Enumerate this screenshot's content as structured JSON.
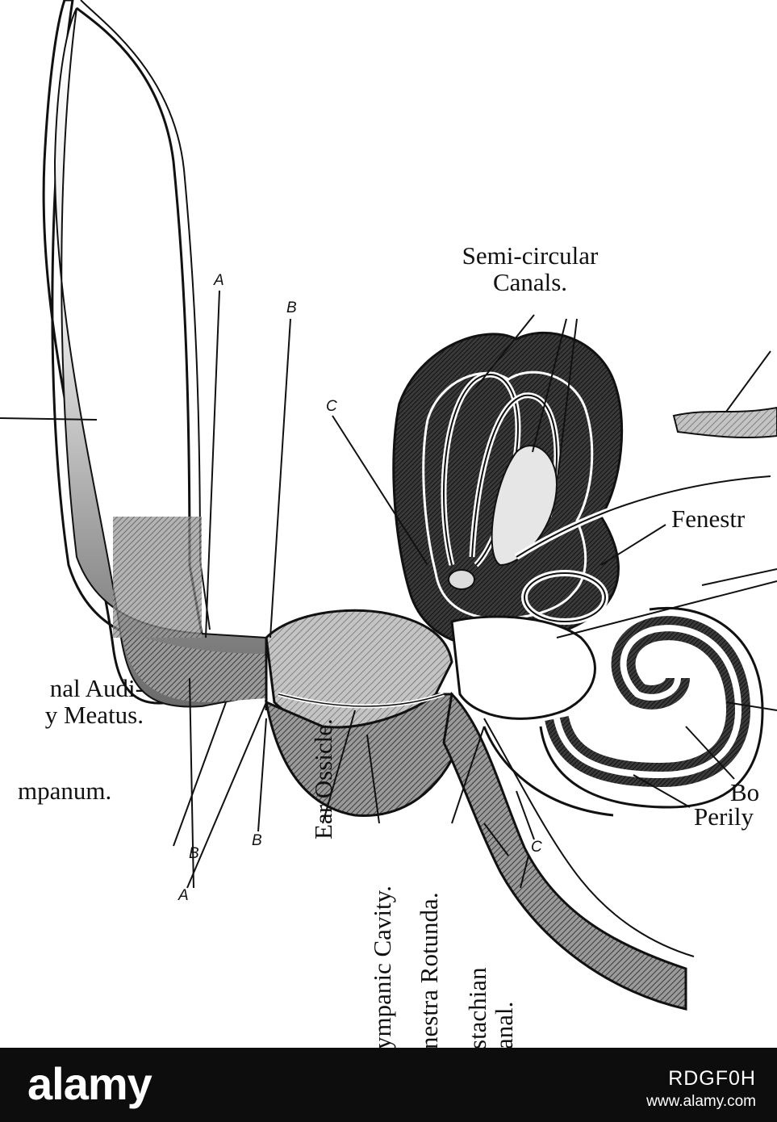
{
  "figure": {
    "labels": {
      "semicircular": [
        "Semi-circular",
        "Canals."
      ],
      "fenestra_top": "Fenestr",
      "external_meatus": [
        "nal Audi-",
        "y Meatus."
      ],
      "tympanum": "mpanum.",
      "bo": "Bo",
      "perily": "Perily",
      "ear_ossicle": "Ear Ossicle.",
      "tympanic_cavity": "ympanic Cavity.",
      "fenestra_rotunda": "nestra Rotunda.",
      "eustachian": [
        "stachian",
        "anal."
      ]
    },
    "letters": {
      "A_top": "A",
      "B_top": "B",
      "C_top": "C",
      "B_lower": "B",
      "B_bottom": "B",
      "A_bottom": "A",
      "C_bottom": "C"
    }
  },
  "footer": {
    "brand": "alamy",
    "image_id": "RDGF0H",
    "site": "www.alamy.com"
  },
  "colors": {
    "footer_bg": "#0d0d0d",
    "ink": "#111111"
  }
}
